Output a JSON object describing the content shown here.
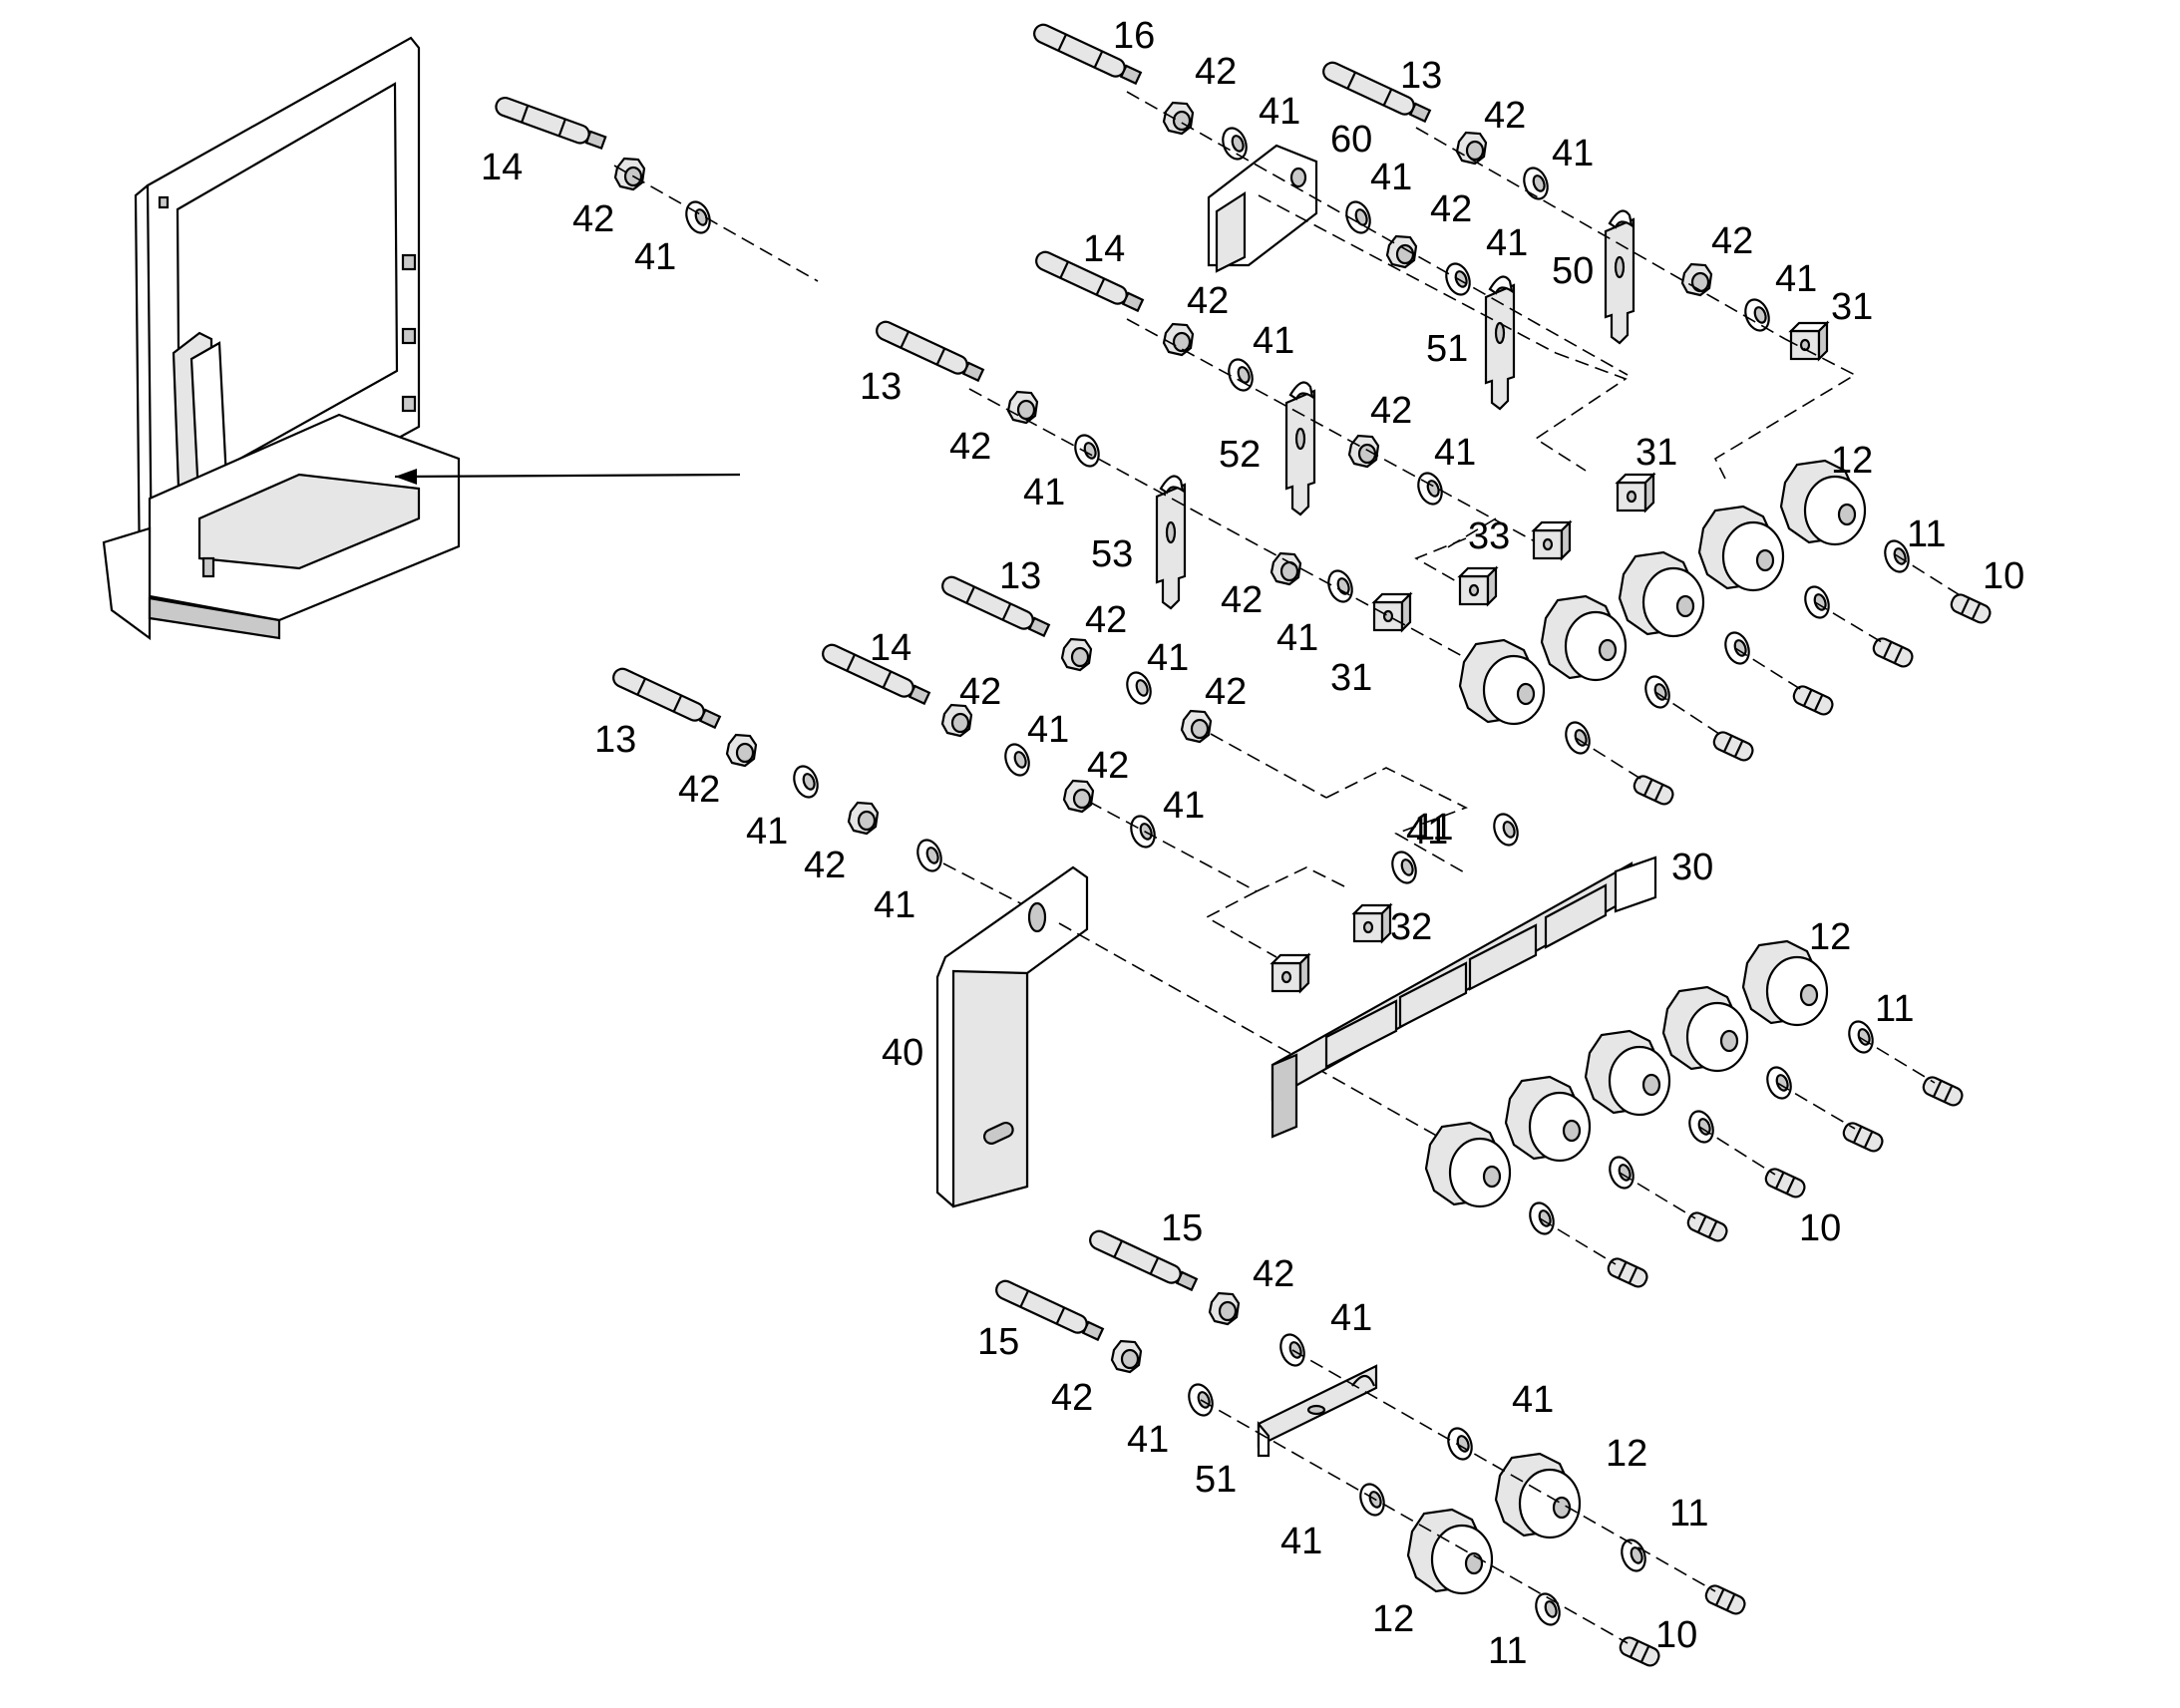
{
  "labels": [
    {
      "id": "l16",
      "text": "16"
    },
    {
      "id": "l42a",
      "text": "42"
    },
    {
      "id": "l41a",
      "text": "41"
    },
    {
      "id": "l13a",
      "text": "13"
    },
    {
      "id": "l42b",
      "text": "42"
    },
    {
      "id": "l41b",
      "text": "41"
    },
    {
      "id": "l60",
      "text": "60"
    },
    {
      "id": "l41c",
      "text": "41"
    },
    {
      "id": "l42c",
      "text": "42"
    },
    {
      "id": "l41d",
      "text": "41"
    },
    {
      "id": "l50",
      "text": "50"
    },
    {
      "id": "l42d",
      "text": "42"
    },
    {
      "id": "l41e",
      "text": "41"
    },
    {
      "id": "l31a",
      "text": "31"
    },
    {
      "id": "l14a",
      "text": "14"
    },
    {
      "id": "l42e",
      "text": "42"
    },
    {
      "id": "l41f",
      "text": "41"
    },
    {
      "id": "l14b",
      "text": "14"
    },
    {
      "id": "l42f",
      "text": "42"
    },
    {
      "id": "l41g",
      "text": "41"
    },
    {
      "id": "l51a",
      "text": "51"
    },
    {
      "id": "l13b",
      "text": "13"
    },
    {
      "id": "l42g",
      "text": "42"
    },
    {
      "id": "l41h",
      "text": "41"
    },
    {
      "id": "l52",
      "text": "52"
    },
    {
      "id": "l42h",
      "text": "42"
    },
    {
      "id": "l41i",
      "text": "41"
    },
    {
      "id": "l31b",
      "text": "31"
    },
    {
      "id": "l12a",
      "text": "12"
    },
    {
      "id": "l33",
      "text": "33"
    },
    {
      "id": "l11a",
      "text": "11"
    },
    {
      "id": "l10a",
      "text": "10"
    },
    {
      "id": "l53",
      "text": "53"
    },
    {
      "id": "l42i",
      "text": "42"
    },
    {
      "id": "l41j",
      "text": "41"
    },
    {
      "id": "l31c",
      "text": "31"
    },
    {
      "id": "l13c",
      "text": "13"
    },
    {
      "id": "l42j",
      "text": "42"
    },
    {
      "id": "l41k",
      "text": "41"
    },
    {
      "id": "l42k",
      "text": "42"
    },
    {
      "id": "l14c",
      "text": "14"
    },
    {
      "id": "l42l",
      "text": "42"
    },
    {
      "id": "l41l",
      "text": "41"
    },
    {
      "id": "l42m",
      "text": "42"
    },
    {
      "id": "l13d",
      "text": "13"
    },
    {
      "id": "l42n",
      "text": "42"
    },
    {
      "id": "l41m",
      "text": "41"
    },
    {
      "id": "l42o",
      "text": "42"
    },
    {
      "id": "l41n",
      "text": "41"
    },
    {
      "id": "l41o",
      "text": "41"
    },
    {
      "id": "l11b",
      "text": "11"
    },
    {
      "id": "l41p",
      "text": "41"
    },
    {
      "id": "l30",
      "text": "30"
    },
    {
      "id": "l32",
      "text": "32"
    },
    {
      "id": "l12b",
      "text": "12"
    },
    {
      "id": "l11c",
      "text": "11"
    },
    {
      "id": "l40",
      "text": "40"
    },
    {
      "id": "l10b",
      "text": "10"
    },
    {
      "id": "l15a",
      "text": "15"
    },
    {
      "id": "l42p",
      "text": "42"
    },
    {
      "id": "l41q",
      "text": "41"
    },
    {
      "id": "l15b",
      "text": "15"
    },
    {
      "id": "l42q",
      "text": "42"
    },
    {
      "id": "l41r",
      "text": "41"
    },
    {
      "id": "l41s",
      "text": "41"
    },
    {
      "id": "l51b",
      "text": "51"
    },
    {
      "id": "l12c",
      "text": "12"
    },
    {
      "id": "l11d",
      "text": "11"
    },
    {
      "id": "l41t",
      "text": "41"
    },
    {
      "id": "l12d",
      "text": "12"
    },
    {
      "id": "l11e",
      "text": "11"
    },
    {
      "id": "l10c",
      "text": "10"
    }
  ]
}
